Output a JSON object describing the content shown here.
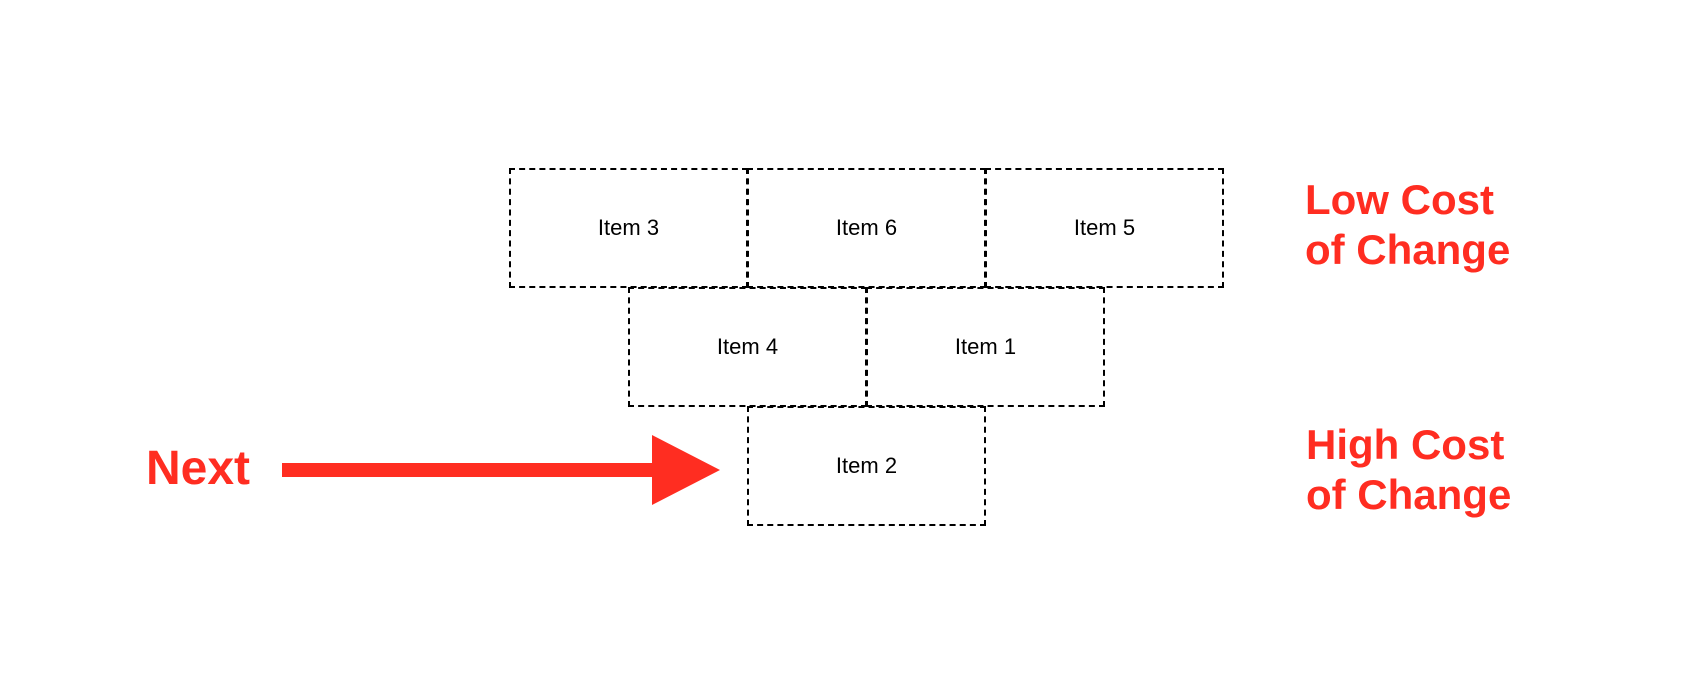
{
  "diagram": {
    "items": [
      {
        "label": "Item 3"
      },
      {
        "label": "Item 6"
      },
      {
        "label": "Item 5"
      },
      {
        "label": "Item 4"
      },
      {
        "label": "Item 1"
      },
      {
        "label": "Item 2"
      }
    ],
    "annotations": {
      "low_cost_line1": "Low Cost",
      "low_cost_line2": "of Change",
      "high_cost_line1": "High Cost",
      "high_cost_line2": "of Change",
      "next": "Next"
    },
    "colors": {
      "accent": "#ff2d21",
      "box_border": "#000000",
      "text": "#000000",
      "background": "#ffffff"
    },
    "icons": {
      "arrow": "arrow-right-icon"
    }
  }
}
